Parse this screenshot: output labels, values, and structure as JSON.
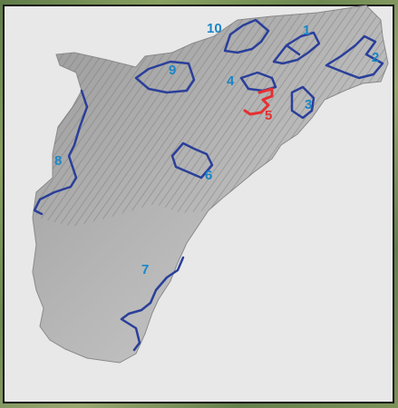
{
  "map": {
    "route_color": "#2a3f9a",
    "highlight_color": "#e53030",
    "label_color": "#1a86c8",
    "routes": [
      {
        "id": "route-1",
        "label": "1"
      },
      {
        "id": "route-2",
        "label": "2"
      },
      {
        "id": "route-3",
        "label": "3"
      },
      {
        "id": "route-4",
        "label": "4"
      },
      {
        "id": "route-5",
        "label": "5"
      },
      {
        "id": "route-6",
        "label": "6"
      },
      {
        "id": "route-7",
        "label": "7"
      },
      {
        "id": "route-8",
        "label": "8"
      },
      {
        "id": "route-9",
        "label": "9"
      },
      {
        "id": "route-10",
        "label": "10"
      }
    ]
  }
}
